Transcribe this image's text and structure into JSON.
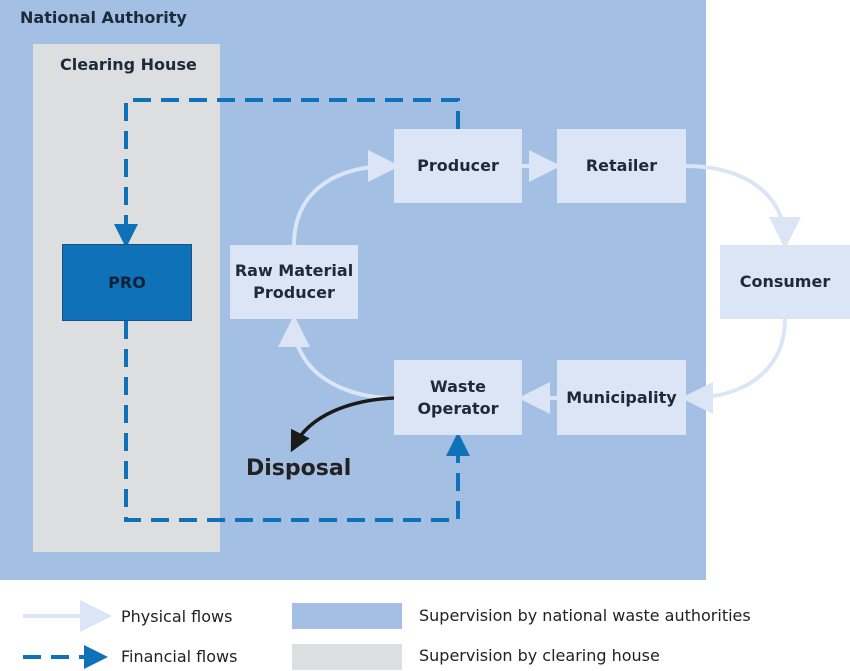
{
  "regions": {
    "national_authority": "National Authority",
    "clearing_house": "Clearing House"
  },
  "nodes": {
    "pro": "PRO",
    "producer": "Producer",
    "retailer": "Retailer",
    "consumer": "Consumer",
    "municipality": "Municipality",
    "waste_operator_line1": "Waste",
    "waste_operator_line2": "Operator",
    "raw_material_line1": "Raw Material",
    "raw_material_line2": "Producer",
    "disposal": "Disposal"
  },
  "legend": {
    "physical_flows": "Physical flows",
    "financial_flows": "Financial flows",
    "national_supervision": "Supervision by national waste authorities",
    "clearing_supervision": "Supervision by clearing house"
  },
  "colors": {
    "national": "#a3bfe4",
    "clearing": "#dcdedf",
    "node": "#dbe5f6",
    "pro": "#0f72b9",
    "financial_flow": "#0f72b9",
    "physical_flow": "#dbe5f6"
  }
}
